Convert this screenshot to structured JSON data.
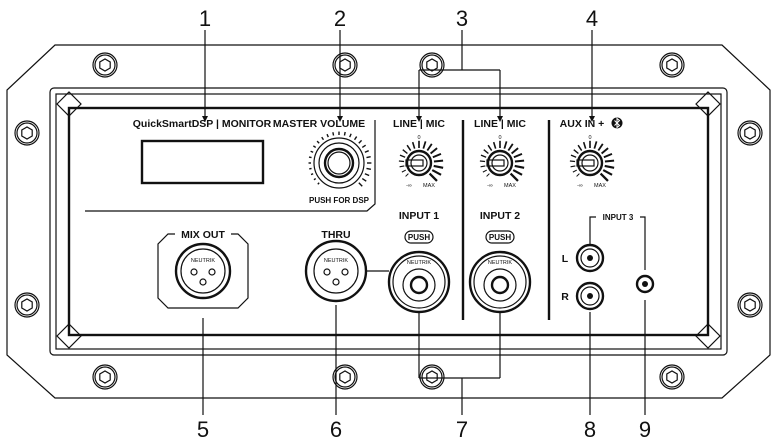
{
  "callouts": {
    "top": [
      "1",
      "2",
      "3",
      "4"
    ],
    "bottom": [
      "5",
      "6",
      "7",
      "8",
      "9"
    ]
  },
  "panel": {
    "display_label": "QuickSmartDSP | MONITOR",
    "master_volume_label": "MASTER VOLUME",
    "push_for_dsp": "PUSH FOR DSP",
    "channels": [
      {
        "gain_label": "LINE | MIC",
        "input_label": "INPUT 1",
        "push": "PUSH"
      },
      {
        "gain_label": "LINE | MIC",
        "input_label": "INPUT 2",
        "push": "PUSH"
      }
    ],
    "aux_label": "AUX IN +",
    "aux_icon": "bluetooth-icon",
    "knob_scale": {
      "zero": "0",
      "min": "-∞",
      "max": "MAX"
    },
    "mix_out_label": "MIX OUT",
    "thru_label": "THRU",
    "input3_label": "INPUT 3",
    "rca_left": "L",
    "rca_right": "R",
    "connector_brand": "NEUTRIK"
  }
}
